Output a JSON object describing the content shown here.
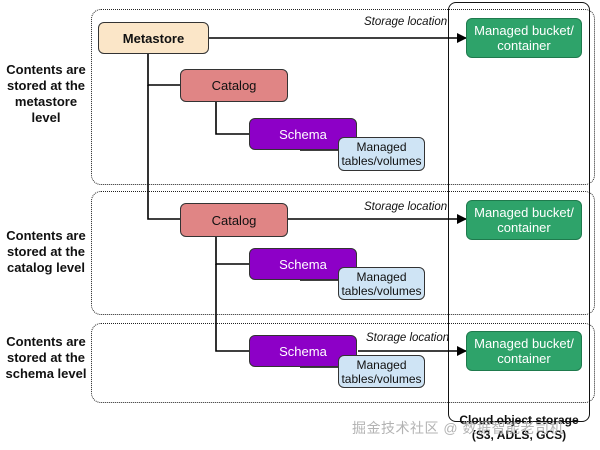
{
  "levels": {
    "metastore": "Contents are stored at the metastore level",
    "catalog": "Contents are stored at the catalog level",
    "schema": "Contents are stored at the schema level"
  },
  "nodes": {
    "metastore": "Metastore",
    "catalog_1": "Catalog",
    "catalog_2": "Catalog",
    "schema_1": "Schema",
    "schema_2": "Schema",
    "schema_3": "Schema",
    "managed_1": "Managed tables/volumes",
    "managed_2": "Managed tables/volumes",
    "managed_3": "Managed tables/volumes",
    "bucket_1": "Managed bucket/ container",
    "bucket_2": "Managed bucket/ container",
    "bucket_3": "Managed bucket/ container"
  },
  "edge_labels": {
    "storage_1": "Storage location",
    "storage_2": "Storage location",
    "storage_3": "Storage location"
  },
  "cloud_storage": {
    "title": "Cloud object storage",
    "detail": "(S3, ADLS, GCS)"
  },
  "watermark": "掘金技术社区 @ 数据智能老司机",
  "colors": {
    "metastore": "#fbe6c8",
    "catalog": "#e08585",
    "schema": "#8d00c7",
    "managed": "#cfe4f5",
    "bucket": "#2ea36a"
  }
}
